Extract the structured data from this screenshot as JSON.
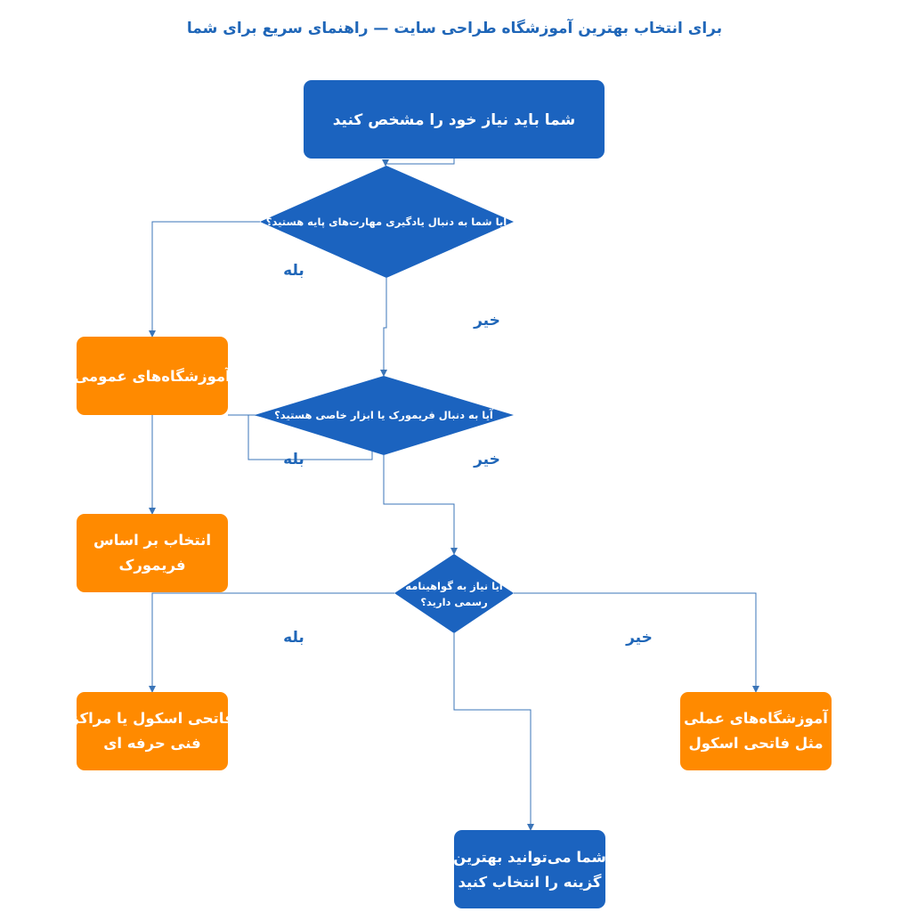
{
  "title": "برای انتخاب بهترین آموزشگاه طراحی سایت — راهنمای سریع برای شما",
  "colors": {
    "blue": "#1b63bf",
    "orange": "#ff8a00",
    "line": "#3b75b8",
    "label": "#1f66b8"
  },
  "nodes": {
    "start": "شما باید نیاز خود را مشخص کنید",
    "q_basic": "آیا شما به دنبال یادگیری مهارت‌های پایه هستید؟",
    "general_schools": "آموزشگاه‌های عمومی",
    "q_framework": "آیا به دنبال فریمورک یا ابزار خاصی هستید؟",
    "framework_choice": [
      "انتخاب بر اساس",
      "فریمورک"
    ],
    "q_certificate": [
      "آیا نیاز به گواهینامه",
      "رسمی دارید؟"
    ],
    "fatehi_or_centers": [
      "فاتحی اسکول یا مراکز",
      "فنی حرفه ای"
    ],
    "practical_schools": [
      "آموزشگاه‌های عملی",
      "مثل فاتحی اسکول"
    ],
    "end": [
      "شما می‌توانید بهترین",
      "گزینه را انتخاب کنید"
    ]
  },
  "edge_labels": {
    "basic_yes": "بله",
    "basic_no": "خیر",
    "framework_yes": "بله",
    "framework_no": "خیر",
    "certificate_yes": "بله",
    "certificate_no": "خیر"
  }
}
